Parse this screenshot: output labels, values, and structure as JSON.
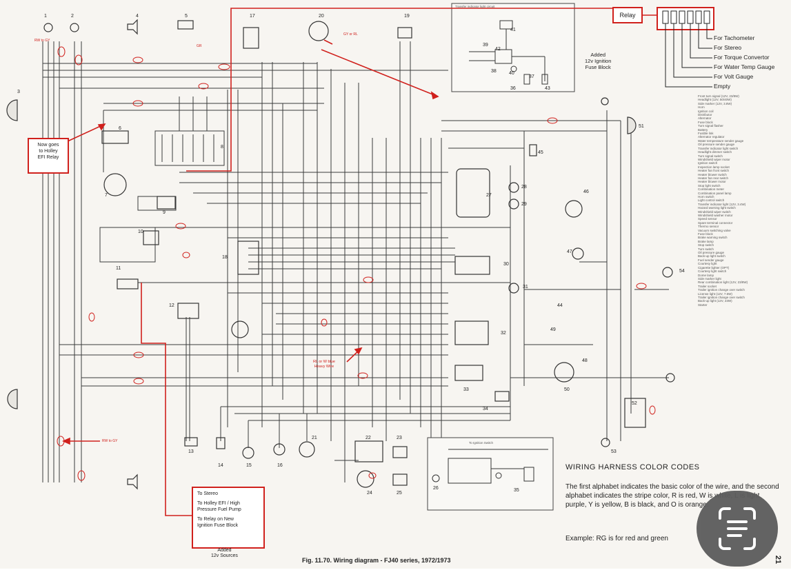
{
  "relay_label": "Relay",
  "tap_labels": [
    "For Tachometer",
    "For Stereo",
    "For Torque Convertor",
    "For Water Temp Gauge",
    "For Volt Gauge",
    "Empty"
  ],
  "added_fuse_block_lines": [
    "Added",
    "12v Ignition",
    "Fuse Block"
  ],
  "holley_relay_note": [
    "Now goes",
    "to Holley",
    "EFI Relay"
  ],
  "sources_box_lines": [
    "To Stereo",
    "To Holley EFI / High",
    "Pressure Fuel Pump",
    "To Relay on New",
    "Ignition Fuse Block"
  ],
  "added_sources_lines": [
    "Added",
    "12v Sources"
  ],
  "heavy_wire_note": [
    "RL or W blue",
    "Heavy Wire"
  ],
  "wire_tags": [
    "RW to GY",
    "GR",
    "GY or RL",
    "RW to GY"
  ],
  "component_numbers": [
    "1",
    "2",
    "3",
    "4",
    "5",
    "6",
    "7",
    "8",
    "9",
    "10",
    "11",
    "12",
    "13",
    "14",
    "15",
    "16",
    "17",
    "18",
    "19",
    "20",
    "21",
    "22",
    "23",
    "24",
    "25",
    "26",
    "27",
    "28",
    "29",
    "30",
    "31",
    "32",
    "33",
    "34",
    "35",
    "36",
    "37",
    "38",
    "39",
    "40",
    "41",
    "42",
    "43",
    "44",
    "45",
    "46",
    "47",
    "48",
    "49",
    "50",
    "51",
    "52",
    "53",
    "54"
  ],
  "legend_items": [
    "Front turn signal (12V, 23/8W)",
    "Headlight (12V, 50/40W)",
    "Side marker (12V, 3.8W)",
    "Horn",
    "Ignition coil",
    "Distributor",
    "Alternator",
    "Fuse block",
    "Turn signal flasher",
    "Battery",
    "Fusible link",
    "Alternator regulator",
    "Water temperature sender gauge",
    "Oil pressure sender gauge",
    "Transfer indicator light switch",
    "Headlight dimmer switch",
    "Turn signal switch",
    "Windshield wiper motor",
    "Ignition switch",
    "Inspection lamp socket",
    "Heater fan front switch",
    "Heater blower switch",
    "Heater fan rear switch",
    "Heater blower motor",
    "Stop light switch",
    "Combination meter",
    "Combination panel lamp",
    "Horn switch",
    "Light control switch",
    "Transfer indicator light (12V, 3.4W)",
    "Hazard warning light switch",
    "Windshield wiper switch",
    "Windshield washer motor",
    "Speed sensor",
    "Spare terminal connector",
    "Thermo sensor",
    "Vacuum switching valve",
    "Fuse block",
    "Brake warning switch",
    "Brake lamp",
    "Stop switch",
    "Turn switch",
    "Oil pressure gauge",
    "Back-up light switch",
    "Fuel sender gauge",
    "Courtesy light",
    "Cigarette lighter (OPT)",
    "Courtesy light switch",
    "Dome lamp",
    "Side marker light",
    "Rear combination light (12V, 23/8W)",
    "Trailer socket",
    "Trailer ignition change over switch",
    "License light (12V, 7.5W)",
    "Trailer ignition change over switch",
    "Back-up light (12V, 23W)",
    "Starter"
  ],
  "inset_title": "Transfer indicator light circuit",
  "lower_inset_title": "To Ignition Switch",
  "codes_title": "WIRING HARNESS COLOR CODES",
  "codes_body": "The first alphabet indicates the basic color of the wire, and the second alphabet indicates the stripe color, R is red, W is white, L is light purple, Y is yellow, B is black, and O is orange.",
  "codes_example": "Example: RG is for red and green",
  "caption": "Fig. 11.70. Wiring diagram - FJ40 series, 1972/1973",
  "page_number": "21",
  "colors": {
    "annotation_red": "#d0201c",
    "wire": "#3a3a3a",
    "paper": "#f7f5f1"
  }
}
